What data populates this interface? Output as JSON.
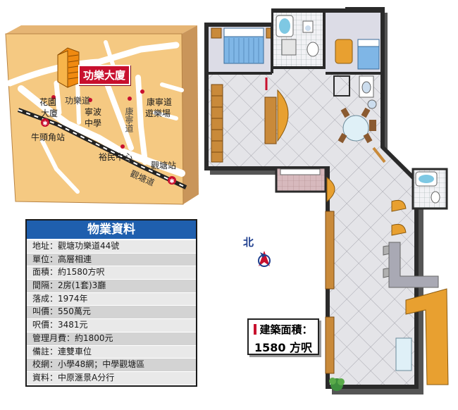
{
  "map": {
    "building_title": "功樂大廈",
    "labels": {
      "garden_1": "花園",
      "garden_2": "大廈",
      "kung_lok_road": "功樂道",
      "kwun_tong_road_v": "康寧道",
      "hong_ning_1": "康寧道",
      "hong_ning_2": "遊樂場",
      "ning_po_1": "寧波",
      "ning_po_2": "中學",
      "ngau_tau_kok": "牛頭角站",
      "yue_man": "裕民中心",
      "kwun_tong_station": "觀塘站",
      "kwun_tong_road": "觀塘道"
    },
    "colors": {
      "base": "#f5c982",
      "road": "#ffffff",
      "rail": "#222222",
      "marker": "#c8102e"
    }
  },
  "info": {
    "title": "物業資料",
    "rows": [
      "地址：觀塘功樂道44號",
      "單位：高層相連",
      "面積：約1580方呎",
      "間隔：2房(1套)3廳",
      "落成：1974年",
      "叫價：550萬元",
      "呎價：3481元",
      "管理月費：約1800元",
      "備註：連雙車位",
      "校網：小學48網；中學觀塘區",
      "資料：中原滙景A分行"
    ]
  },
  "compass": {
    "label": "北"
  },
  "area": {
    "line1": "建築面積：",
    "line2": "1580 方呎"
  }
}
